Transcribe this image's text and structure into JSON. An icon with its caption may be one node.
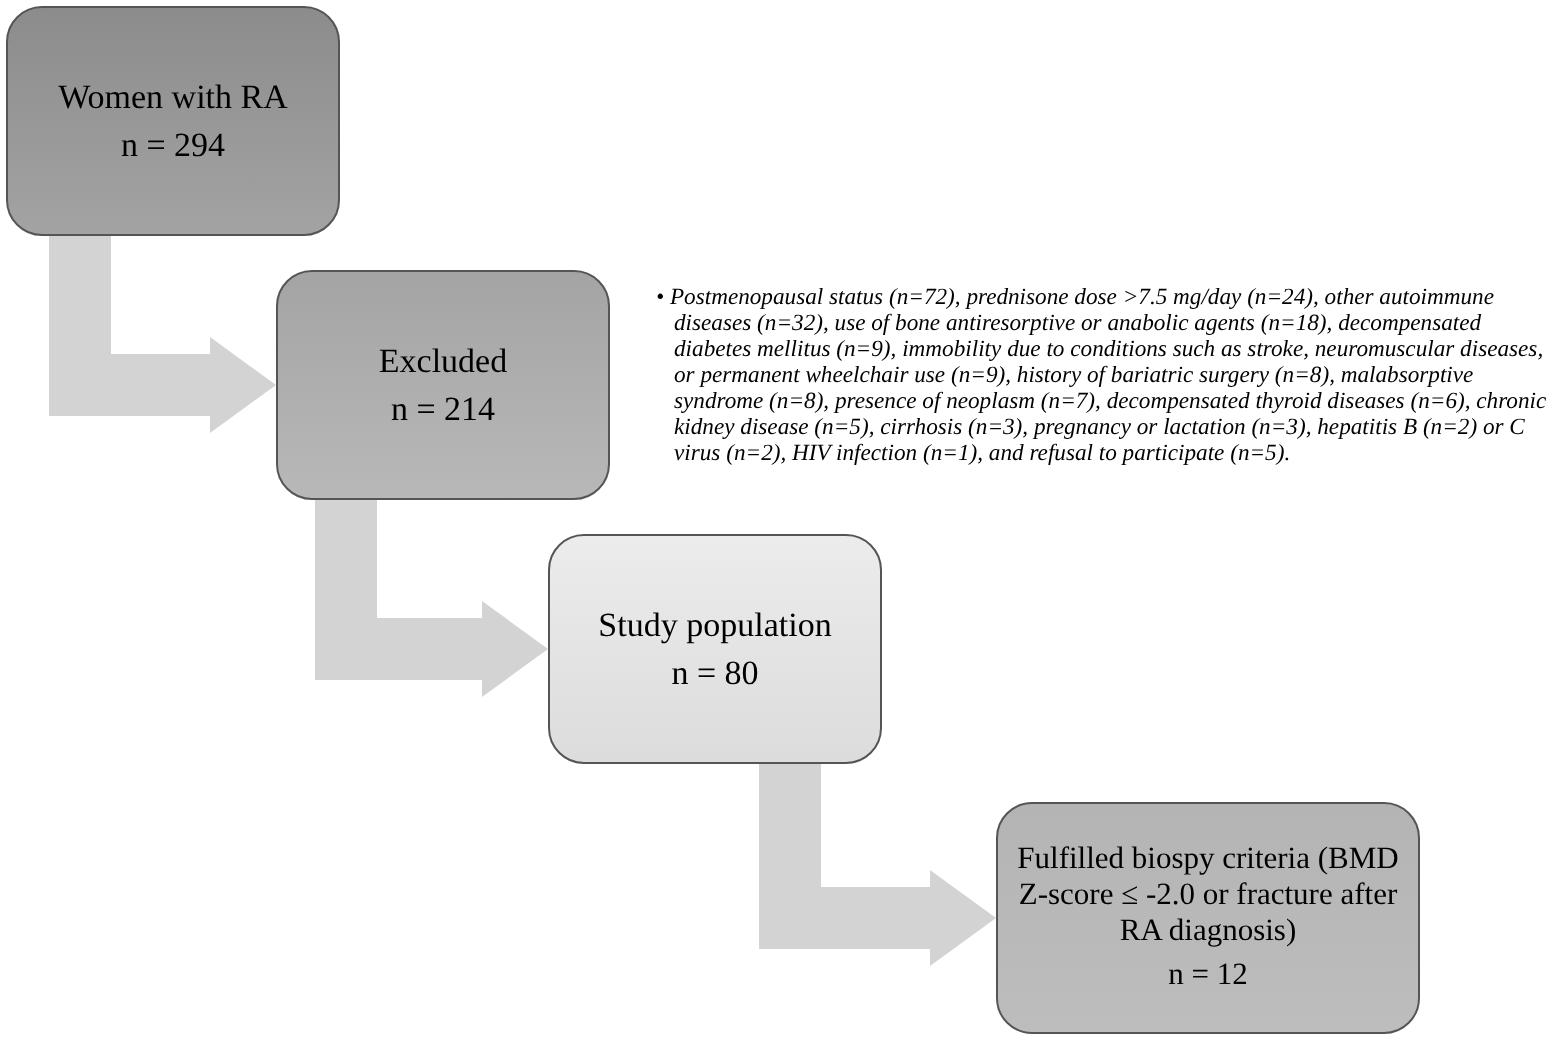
{
  "diagram": {
    "nodes": [
      {
        "text": [
          "Women with RA",
          "n = 294"
        ]
      },
      {
        "text": [
          "Excluded",
          "n = 214"
        ],
        "beside": [
          "• Postmenopausal status (n=72), prednisone dose >7.5 mg/day (n=24), other autoimmune diseases (n=32), use of bone antiresorptive or anabolic agents (n=18), decompensated diabetes mellitus (n=9), immobility due to conditions such as stroke, neuromuscular diseases, or permanent wheelchair use (n=9), history of bariatric surgery (n=8), malabsorptive syndrome (n=8), presence of neoplasm (n=7), decompensated thyroid diseases (n=6), chronic kidney disease (n=5), cirrhosis (n=3), pregnancy or lactation (n=3), hepatitis B (n=2) or C virus (n=2), HIV infection (n=1), and refusal to participate (n=5)."
        ]
      },
      {
        "text": [
          "Study population",
          "n = 80"
        ]
      },
      {
        "text": [
          "Fulfilled biospy criteria (BMD Z-score ≤ -2.0 or fracture after RA diagnosis)",
          "n = 12"
        ]
      }
    ],
    "edges": [
      {
        "from": 0,
        "to": 1,
        "arrow": "to"
      },
      {
        "from": 1,
        "to": 2,
        "arrow": "to"
      },
      {
        "from": 2,
        "to": 3,
        "arrow": "to"
      }
    ]
  }
}
